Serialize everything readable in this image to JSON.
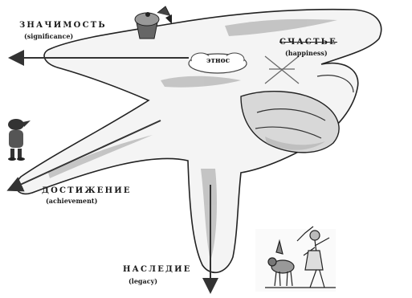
{
  "labels": {
    "significance": {
      "ru": "ЗНАЧИМОСТЬ",
      "en": "(significance)"
    },
    "happiness": {
      "ru": "СЧАСТЬЕ",
      "en": "(happiness)"
    },
    "ethos": "этнос",
    "achievement": {
      "ru": "ДОСТИЖЕНИЕ",
      "en": "(achievement)"
    },
    "legacy": {
      "ru": "НАСЛЕДИЕ",
      "en": "(legacy)"
    }
  },
  "colors": {
    "ink": "#1a1a1a",
    "paper": "#ffffff",
    "shade": "#b9b9b9"
  },
  "icons": [
    "cupcake-figure-icon",
    "crow-figure-icon",
    "walking-family-icon"
  ]
}
